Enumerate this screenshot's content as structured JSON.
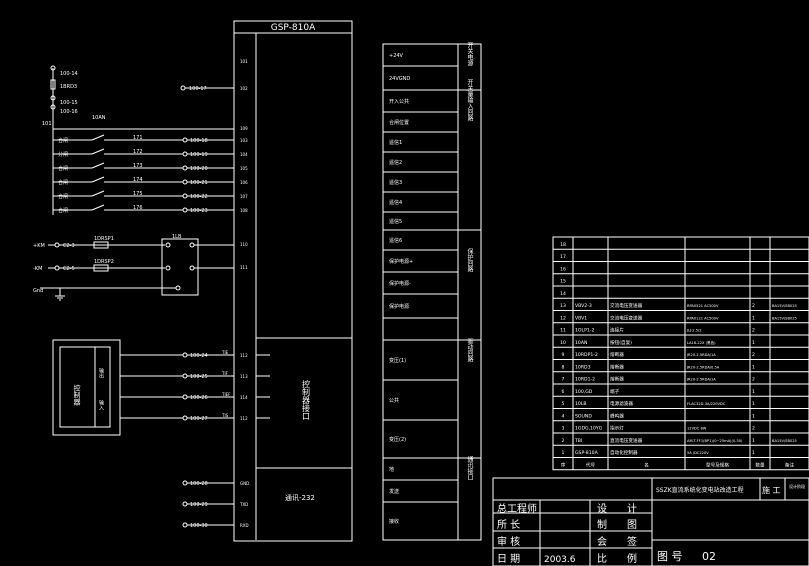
{
  "device": {
    "title": "GSP-810A",
    "left_terminals": [
      "101",
      "102",
      "103",
      "104",
      "105",
      "106",
      "107",
      "108",
      "109",
      "110",
      "111",
      "112",
      "113",
      "114"
    ],
    "comm_label": "通讯-232",
    "comm_terminals": [
      "GND",
      "TXD",
      "RXD"
    ]
  },
  "top_inputs": {
    "labels": [
      "100-14",
      "1BRD3",
      "100-15",
      "100-16"
    ],
    "common": "101",
    "switch": "10AN",
    "wire_100_17": "100-17"
  },
  "input_rows": [
    {
      "left": "合闸",
      "mid": "171",
      "right": "100-18"
    },
    {
      "left": "分闸",
      "mid": "172",
      "right": "100-19"
    },
    {
      "left": "合闸",
      "mid": "173",
      "right": "100-20"
    },
    {
      "left": "合闸",
      "mid": "174",
      "right": "100-21"
    },
    {
      "left": "合闸",
      "mid": "175",
      "right": "100-22"
    },
    {
      "left": "合闸",
      "mid": "176",
      "right": "100-23"
    }
  ],
  "power": {
    "pos": "+KM",
    "neg": "-KM",
    "gnd": "Gnd",
    "pos_node": "C2-3",
    "neg_node": "C2-5",
    "fuse1": "1DRSP1",
    "fuse2": "1DRSP2",
    "module": "1LB"
  },
  "controller": {
    "label": "控制器",
    "sub1": "输出",
    "sub2": "输入",
    "rows": [
      {
        "wire": "100-24",
        "term": "TIE"
      },
      {
        "wire": "100-25",
        "term": "TIF"
      },
      {
        "wire": "100-26",
        "term": "TIEF"
      },
      {
        "wire": "100-27",
        "term": "TIS"
      }
    ],
    "box_label": "控制器接口"
  },
  "comm_rows": [
    {
      "wire": "100-28",
      "term": "GND"
    },
    {
      "wire": "100-29",
      "term": "TXD"
    },
    {
      "wire": "100-30",
      "term": "RXD"
    }
  ],
  "terminal_table": {
    "rows": [
      {
        "label": "+24V",
        "group": "开关电源"
      },
      {
        "label": "24VGND",
        "group": ""
      },
      {
        "label": "开入公共",
        "group": "开关量输入回路"
      },
      {
        "label": "合闸位置",
        "group": ""
      },
      {
        "label": "遥信1",
        "group": ""
      },
      {
        "label": "遥信2",
        "group": ""
      },
      {
        "label": "遥信3",
        "group": ""
      },
      {
        "label": "遥信4",
        "group": ""
      },
      {
        "label": "遥信5",
        "group": ""
      },
      {
        "label": "遥信6",
        "group": ""
      },
      {
        "label": "保护电源+",
        "group": "保护回路"
      },
      {
        "label": "保护电源-",
        "group": ""
      },
      {
        "label": "保护电源",
        "group": ""
      },
      {
        "label": "",
        "group": ""
      },
      {
        "label": "变压(1)",
        "group": "驱动回路"
      },
      {
        "label": "公共",
        "group": ""
      },
      {
        "label": "变压(2)",
        "group": ""
      },
      {
        "label": "地",
        "group": "通讯接口"
      },
      {
        "label": "发送",
        "group": ""
      },
      {
        "label": "接收",
        "group": ""
      }
    ]
  },
  "bom": {
    "rows": [
      {
        "no": "18",
        "code": "",
        "name": "",
        "spec": "",
        "qty": "",
        "note": ""
      },
      {
        "no": "17",
        "code": "",
        "name": "",
        "spec": "",
        "qty": "",
        "note": ""
      },
      {
        "no": "16",
        "code": "",
        "name": "",
        "spec": "",
        "qty": "",
        "note": ""
      },
      {
        "no": "15",
        "code": "",
        "name": "",
        "spec": "",
        "qty": "",
        "note": ""
      },
      {
        "no": "14",
        "code": "",
        "name": "",
        "spec": "",
        "qty": "",
        "note": ""
      },
      {
        "no": "13",
        "code": "VBV2-3",
        "name": "交流电压变送器",
        "spec": "RPA0521 AC500V",
        "qty": "2",
        "note": "BA15V/SB025"
      },
      {
        "no": "12",
        "code": "VBV1",
        "name": "交流电压变送器",
        "spec": "RPA0121 AC500V",
        "qty": "1",
        "note": "BA15V/SB025"
      },
      {
        "no": "11",
        "code": "1OLP1-2",
        "name": "连接片",
        "spec": "JLJ-2.5/2",
        "qty": "2",
        "note": ""
      },
      {
        "no": "10",
        "code": "10AN",
        "name": "按钮(自复)",
        "spec": "LA18-22X (黑色)",
        "qty": "1",
        "note": ""
      },
      {
        "no": "9",
        "code": "10RDP1-2",
        "name": "熔断器",
        "spec": "JR20-2.5RDA/1A",
        "qty": "2",
        "note": ""
      },
      {
        "no": "8",
        "code": "10RD3",
        "name": "熔断器",
        "spec": "JR20-2.5RDA/0.5A",
        "qty": "1",
        "note": ""
      },
      {
        "no": "7",
        "code": "10RD1-2",
        "name": "熔断器",
        "spec": "JR20-2.5RDA/1A",
        "qty": "2",
        "note": ""
      },
      {
        "no": "6",
        "code": "100,GD",
        "name": "端子",
        "spec": "",
        "qty": "1",
        "note": ""
      },
      {
        "no": "5",
        "code": "10LB",
        "name": "电源滤波器",
        "spec": "FLAC32D-3A/220VDC",
        "qty": "1",
        "note": ""
      },
      {
        "no": "4",
        "code": "SOUND",
        "name": "蜂鸣器",
        "spec": "",
        "qty": "1",
        "note": ""
      },
      {
        "no": "3",
        "code": "1GDG,10YG",
        "name": "指示灯",
        "spec": "12VDC 8W",
        "qty": "2",
        "note": ""
      },
      {
        "no": "2",
        "code": "TBI",
        "name": "直流电压变送器",
        "spec": "AM-T-FF1(BP1)(0~25mA)(0-50)",
        "qty": "1",
        "note": "BA15V/SB025"
      },
      {
        "no": "1",
        "code": "GSP-810A",
        "name": "自动化控制器",
        "spec": "5A /DC220V",
        "qty": "1",
        "note": ""
      }
    ],
    "header": {
      "no": "序",
      "code": "代号",
      "name": "名",
      "spec": "型号及规格",
      "qty": "数量",
      "note": "备注"
    }
  },
  "title_block": {
    "project": "SSZK直流系统化变电站改造工程",
    "phase": "施 工",
    "stage": "设计阶段",
    "cells": [
      {
        "k": "总工程师",
        "v": "设",
        "v2": "计"
      },
      {
        "k": "所  长",
        "v": "制",
        "v2": "图"
      },
      {
        "k": "审  核",
        "v": "会",
        "v2": "签"
      },
      {
        "k": "日  期",
        "date": "2003.6",
        "v": "比",
        "v2": "例"
      }
    ],
    "drawing_no_label": "图 号",
    "drawing_no": "02"
  }
}
